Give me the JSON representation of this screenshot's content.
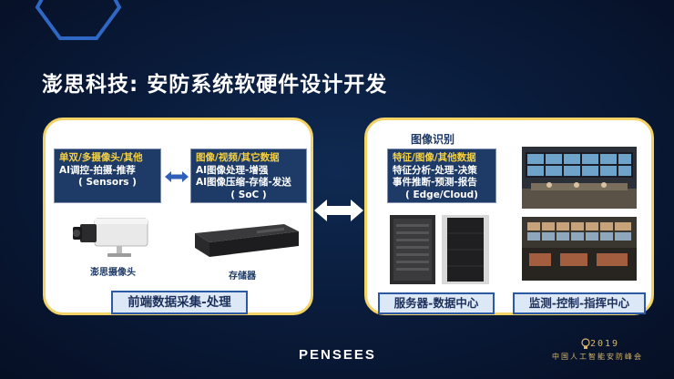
{
  "slide": {
    "title": "澎思科技: 安防系统软硬件设计开发"
  },
  "front_end": {
    "sensor_box": {
      "line1": "单双/多摄像头/其他",
      "line2": "AI调控-拍摄-推荐",
      "line3": "( Sensors )"
    },
    "soc_box": {
      "line1": "图像/视频/其它数据",
      "line2": "AI图像处理-增强",
      "line3": "AI图像压缩-存储-发送",
      "line4": "( SoC )"
    },
    "camera_caption": "澎思摄像头",
    "storage_caption": "存储器",
    "footer_label": "前端数据采集-处理"
  },
  "back_end": {
    "section_label": "图像识别",
    "edge_box": {
      "line1": "特征/图像/其他数据",
      "line2": "特征分析-处理-决策",
      "line3": "事件推断-预测-报告",
      "line4": "( Edge/Cloud)"
    },
    "server_label": "服务器-数据中心",
    "command_label": "监测-控制-指挥中心"
  },
  "footer": {
    "brand": "PENSEES",
    "event_year": "2019",
    "event_name": "中国人工智能安防峰会"
  },
  "icons": {
    "hexagon": "hexagon-outline-icon",
    "double_arrow": "double-arrow-icon",
    "bulb": "lightbulb-icon"
  },
  "colors": {
    "accent_border": "#f3d266",
    "box_fill": "#1e3a66",
    "highlight": "#f5d142",
    "bar_border": "#2c58a8",
    "event_gold": "#d7b76a"
  }
}
